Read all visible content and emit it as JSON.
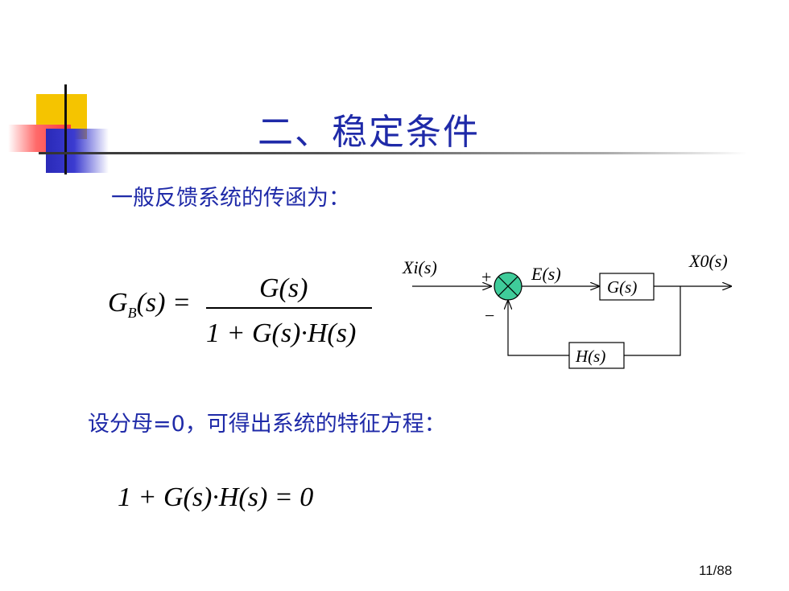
{
  "slide": {
    "title": "二、稳定条件",
    "intro": "一般反馈系统的传函为：",
    "condition": "设分母=0，可得出系统的特征方程：",
    "page_number": "11/88"
  },
  "formula_transfer": {
    "lhs": "G",
    "lhs_sub": "B",
    "lhs_arg": "(s) =",
    "numerator": "G(s)",
    "denominator": "1 + G(s)·H(s)"
  },
  "formula_characteristic": "1 + G(s)·H(s) = 0",
  "block_diagram": {
    "input_label": "Xi(s)",
    "output_label": "X0(s)",
    "error_label": "E(s)",
    "forward_block": "G(s)",
    "feedback_block": "H(s)",
    "plus_sign": "+",
    "minus_sign": "−"
  }
}
